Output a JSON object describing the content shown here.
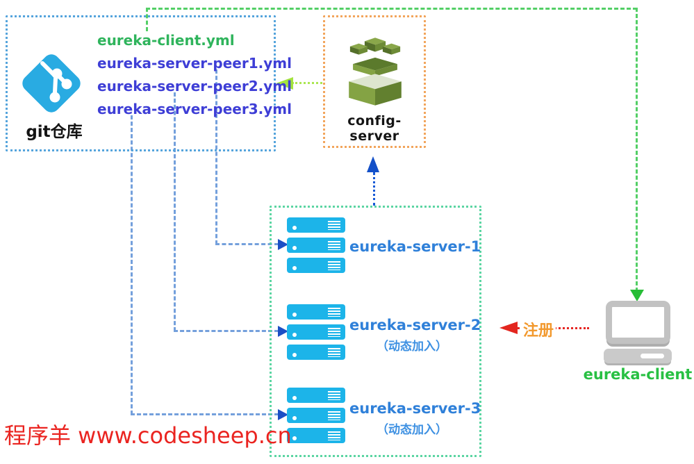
{
  "git_box": {
    "label": "git仓库",
    "files": [
      "eureka-client.yml",
      "eureka-server-peer1.yml",
      "eureka-server-peer2.yml",
      "eureka-server-peer3.yml"
    ]
  },
  "config_box": {
    "label": "config-server"
  },
  "servers_box": {
    "groups": [
      {
        "label": "eureka-server-1",
        "note": ""
      },
      {
        "label": "eureka-server-2",
        "note": "（动态加入）"
      },
      {
        "label": "eureka-server-3",
        "note": "（动态加入）"
      }
    ]
  },
  "client": {
    "label": "eureka-client"
  },
  "arrows": {
    "register_label": "注册"
  },
  "watermark": "程序羊 www.codesheep.cn",
  "colors": {
    "git_border": "#55a4dc",
    "config_border": "#f2a55c",
    "servers_border": "#5bd5a2",
    "green_path": "#53cf66",
    "green_arrowhead": "#27bd36",
    "yellow_green_arrow": "#a4e43e",
    "blue_dotted_arrow": "#1659d6",
    "blue_dashed_line": "#74a0dc",
    "blue_arrowhead": "#1c4fc5",
    "red_arrow": "#e62622",
    "register_text": "#f2992e",
    "server_bar": "#1cb4e9",
    "server_label": "#2f80d9",
    "file_green": "#2fb45c",
    "file_blue": "#3e3ed6",
    "client_green": "#28c043",
    "watermark_red": "#ea2420",
    "git_icon_blue": "#29abe2",
    "config_icon_green": "#7d9c41"
  }
}
